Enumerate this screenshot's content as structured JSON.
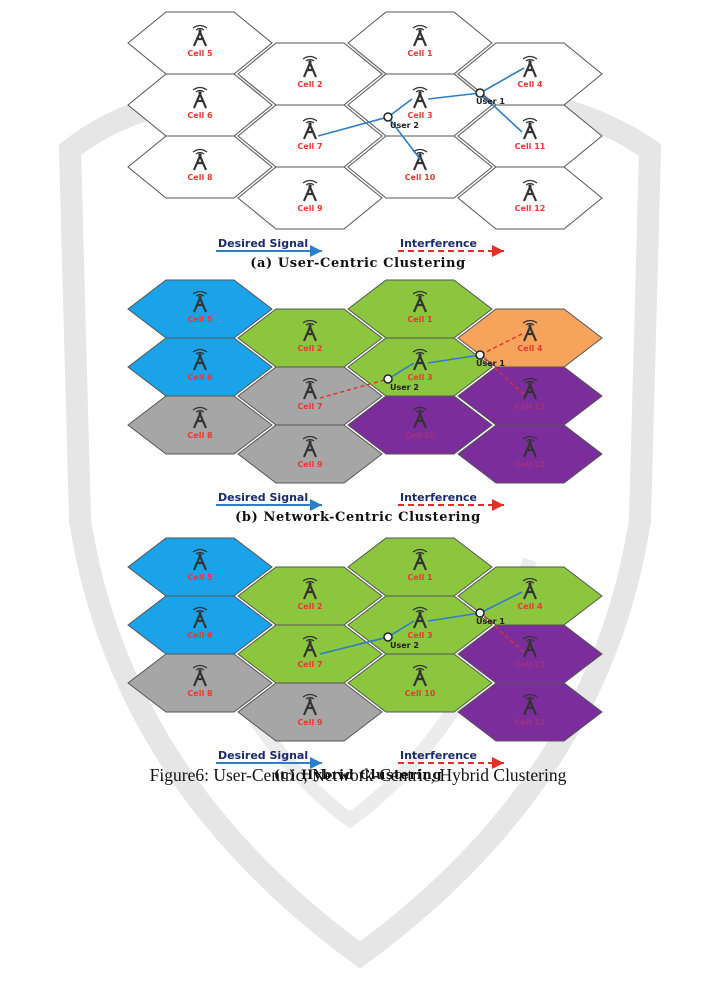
{
  "colors": {
    "white": "#ffffff",
    "green": "#8cc63f",
    "blue": "#1aa3e8",
    "gray": "#a6a6a6",
    "purple": "#7b2d9c",
    "orange": "#f7a35c",
    "desired_signal": "#2e7ec7",
    "interference": "#e0302a",
    "cell_label": "#e53935",
    "tower": "#333333",
    "watermark": "#e6e6e6"
  },
  "legend": {
    "desired": "Desired Signal",
    "interference": "Interference"
  },
  "panels": [
    {
      "id": "a",
      "caption": "(a) User-Centric Clustering",
      "cells": [
        {
          "label": "Cell 5",
          "color": "white",
          "visible": true
        },
        {
          "label": "Cell 2",
          "color": "white",
          "visible": true
        },
        {
          "label": "Cell 1",
          "color": "white",
          "visible": true
        },
        {
          "label": "Cell 4",
          "color": "white",
          "visible": true
        },
        {
          "label": "Cell 6",
          "color": "white",
          "visible": true
        },
        {
          "label": "Cell 7",
          "color": "white",
          "visible": true
        },
        {
          "label": "Cell 3",
          "color": "white",
          "visible": true
        },
        {
          "label": "Cell 11",
          "color": "white",
          "visible": true
        },
        {
          "label": "Cell 8",
          "color": "white",
          "visible": true
        },
        {
          "label": "Cell 9",
          "color": "white",
          "visible": true
        },
        {
          "label": "Cell 10",
          "color": "white",
          "visible": true
        },
        {
          "label": "Cell 12",
          "color": "white",
          "visible": true
        }
      ],
      "users": [
        {
          "label": "User 2"
        },
        {
          "label": "User 1"
        }
      ]
    },
    {
      "id": "b",
      "caption": "(b) Network-Centric Clustering",
      "cells": [
        {
          "label": "Cell 5",
          "color": "blue",
          "visible": true
        },
        {
          "label": "Cell 2",
          "color": "green",
          "visible": true
        },
        {
          "label": "Cell 1",
          "color": "green",
          "visible": true
        },
        {
          "label": "Cell 4",
          "color": "orange",
          "visible": true
        },
        {
          "label": "Cell 6",
          "color": "blue",
          "visible": true
        },
        {
          "label": "Cell 7",
          "color": "gray",
          "visible": true
        },
        {
          "label": "Cell 3",
          "color": "green",
          "visible": true
        },
        {
          "label": "Cell 11",
          "color": "purple",
          "visible": false
        },
        {
          "label": "Cell 8",
          "color": "gray",
          "visible": true
        },
        {
          "label": "Cell 9",
          "color": "gray",
          "visible": true
        },
        {
          "label": "Cell 10",
          "color": "purple",
          "visible": false
        },
        {
          "label": "Cell 12",
          "color": "purple",
          "visible": false
        }
      ],
      "users": [
        {
          "label": "User 2"
        },
        {
          "label": "User 1"
        }
      ]
    },
    {
      "id": "c",
      "caption": "(c) Hybrid Clustering",
      "cells": [
        {
          "label": "Cell 5",
          "color": "blue",
          "visible": true
        },
        {
          "label": "Cell 2",
          "color": "green",
          "visible": true
        },
        {
          "label": "Cell 1",
          "color": "green",
          "visible": true
        },
        {
          "label": "Cell 4",
          "color": "green",
          "visible": true
        },
        {
          "label": "Cell 6",
          "color": "blue",
          "visible": true
        },
        {
          "label": "Cell 7",
          "color": "green",
          "visible": true
        },
        {
          "label": "Cell 3",
          "color": "green",
          "visible": true
        },
        {
          "label": "Cell 11",
          "color": "purple",
          "visible": false
        },
        {
          "label": "Cell 8",
          "color": "gray",
          "visible": true
        },
        {
          "label": "Cell 9",
          "color": "gray",
          "visible": true
        },
        {
          "label": "Cell 10",
          "color": "green",
          "visible": true
        },
        {
          "label": "Cell 12",
          "color": "purple",
          "visible": false
        }
      ],
      "users": [
        {
          "label": "User 2"
        },
        {
          "label": "User 1"
        }
      ]
    }
  ],
  "figure_caption": "Figure6: User-Centric, Network-Centric, Hybrid Clustering"
}
